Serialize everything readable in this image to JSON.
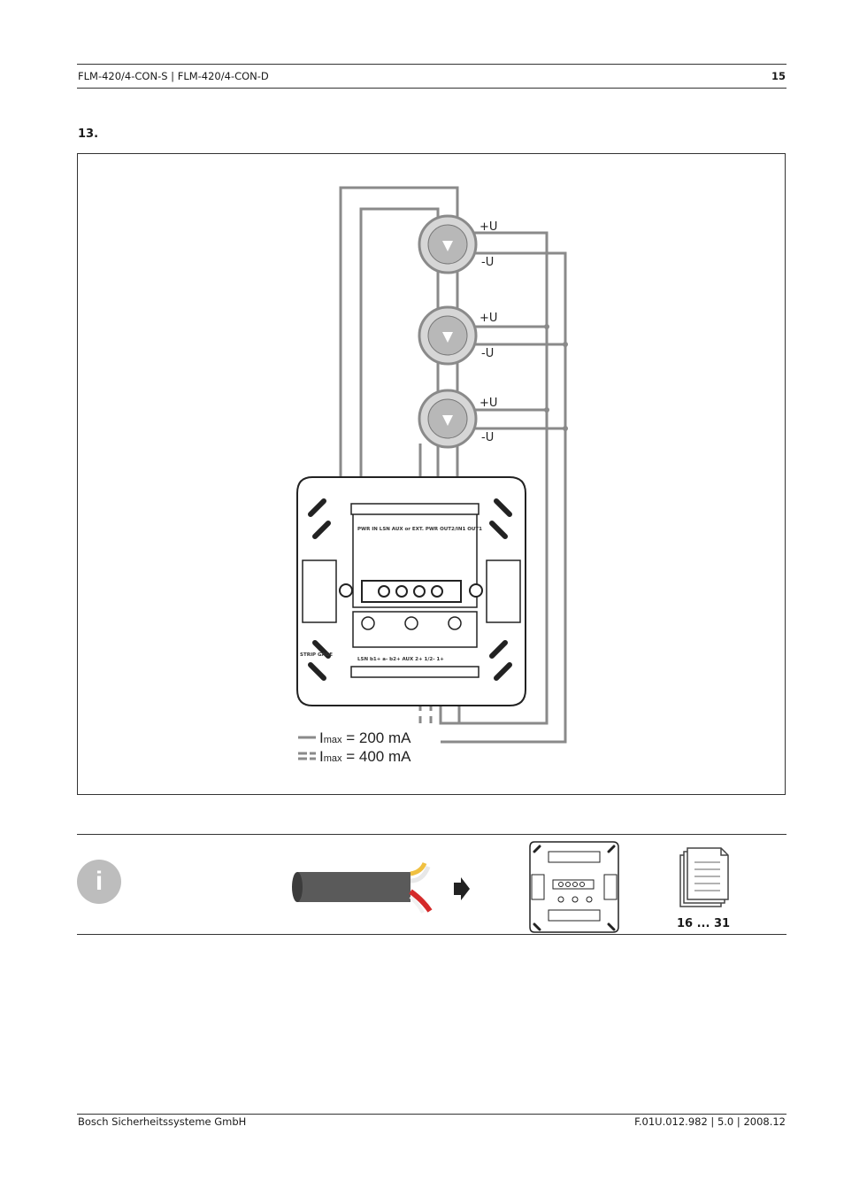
{
  "header": {
    "title": "FLM-420/4-CON-S | FLM-420/4-CON-D",
    "page_number": "15"
  },
  "step": {
    "number": "13."
  },
  "figure": {
    "detector_labels": [
      {
        "plus": "+U",
        "minus": "-U"
      },
      {
        "plus": "+U",
        "minus": "-U"
      },
      {
        "plus": "+U",
        "minus": "-U"
      }
    ],
    "module": {
      "top_terminals": "PWR IN  LSN AUX or EXT. PWR  OUT2/IN1  OUT1",
      "bottom_terminals": "LSN  b1+  a-  b2+  AUX 2+  1/2-  1+",
      "strip_gauge": "STRIP GAGE"
    },
    "legend": [
      {
        "prefix": "I",
        "subscript": "max",
        "value": " = 200 mA",
        "style": "solid"
      },
      {
        "prefix": "I",
        "subscript": "max",
        "value": " = 400 mA",
        "style": "dashed"
      }
    ]
  },
  "info_bar": {
    "icon": "info-icon",
    "pages": "16 ... 31"
  },
  "footer": {
    "company": "Bosch Sicherheitssysteme GmbH",
    "doc_id": "F.01U.012.982 | 5.0 | 2008.12"
  },
  "colors": {
    "wire": "#8a8a8a",
    "rule": "#333333",
    "icon_grey": "#bdbdbd"
  }
}
